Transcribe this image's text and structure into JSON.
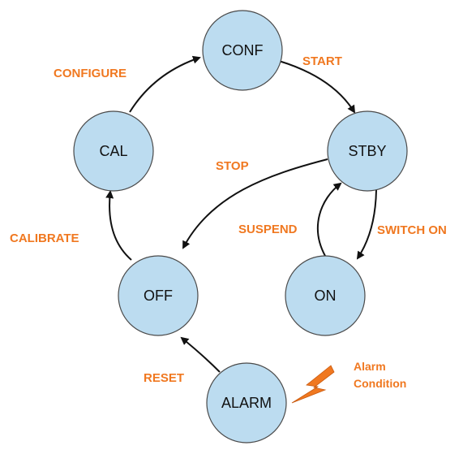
{
  "colors": {
    "node_fill": "#bcdcf0",
    "node_stroke": "#4a4a4a",
    "label": "#f07820",
    "edge": "#111111",
    "lightning": "#f07820"
  },
  "states": {
    "conf": "CONF",
    "stby": "STBY",
    "cal": "CAL",
    "off": "OFF",
    "on": "ON",
    "alarm": "ALARM"
  },
  "transitions": {
    "configure": "CONFIGURE",
    "start": "START",
    "stop": "STOP",
    "calibrate": "CALIBRATE",
    "suspend": "SUSPEND",
    "switch_on": "SWITCH ON",
    "reset": "RESET"
  },
  "annotation": {
    "line1": "Alarm",
    "line2": "Condition",
    "icon": "lightning-bolt-icon"
  }
}
